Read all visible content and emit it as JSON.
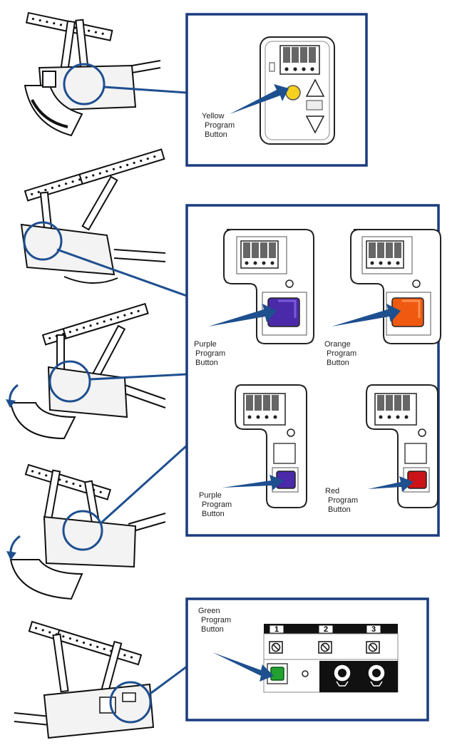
{
  "labels": {
    "yellow": [
      "Yellow",
      "Program",
      "Button"
    ],
    "purple1": [
      "Purple",
      "Program",
      "Button"
    ],
    "orange": [
      "Orange",
      "Program",
      "Button"
    ],
    "purple2": [
      "Purple",
      "Program",
      "Button"
    ],
    "red": [
      "Red",
      "Program",
      "Button"
    ],
    "green": [
      "Green",
      "Program",
      "Button"
    ]
  },
  "terminal_numbers": [
    "1",
    "2",
    "3"
  ],
  "colors": {
    "frame": "#1a3c7e",
    "callout": "#1e4f8f",
    "yellow_button": "#f5d020",
    "purple_button": "#4a2aa8",
    "orange_button": "#f05a10",
    "red_button": "#cc1418",
    "green_button": "#22a030"
  },
  "icons": [
    "garage-door-opener-illustration",
    "program-button-panel",
    "arrow-pointer",
    "dial-icon",
    "prohibit-icon"
  ]
}
